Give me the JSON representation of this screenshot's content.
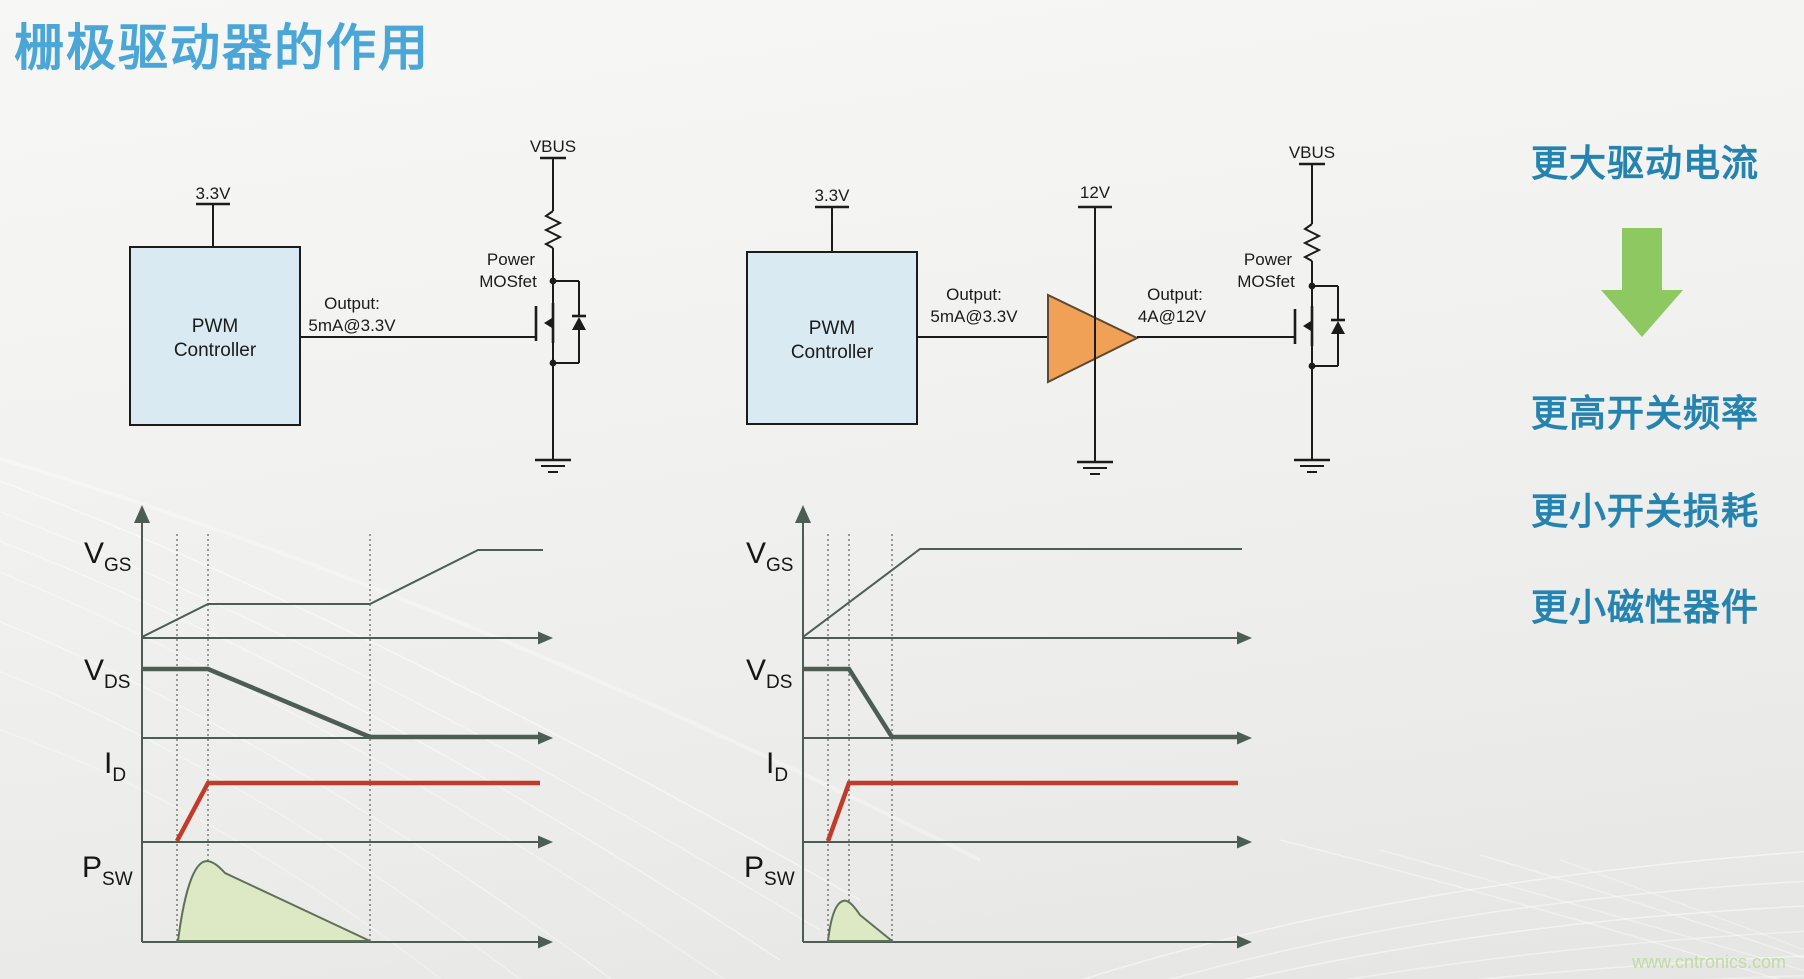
{
  "title": "栅极驱动器的作用",
  "left_circuit": {
    "supply": "3.3V",
    "block_line1": "PWM",
    "block_line2": "Controller",
    "output_line1": "Output:",
    "output_line2": "5mA@3.3V",
    "mosfet_line1": "Power",
    "mosfet_line2": "MOSfet",
    "rail": "VBUS"
  },
  "right_circuit": {
    "supply": "3.3V",
    "block_line1": "PWM",
    "block_line2": "Controller",
    "output_line1": "Output:",
    "output_line2": "5mA@3.3V",
    "driver_supply": "12V",
    "driver_output_line1": "Output:",
    "driver_output_line2": "4A@12V",
    "mosfet_line1": "Power",
    "mosfet_line2": "MOSfet",
    "rail": "VBUS"
  },
  "waveform_labels": {
    "vgs": {
      "main": "V",
      "sub": "GS"
    },
    "vds": {
      "main": "V",
      "sub": "DS"
    },
    "id": {
      "main": "I",
      "sub": "D"
    },
    "psw": {
      "main": "P",
      "sub": "SW"
    }
  },
  "benefits": {
    "headline": "更大驱动电流",
    "items": [
      "更高开关频率",
      "更小开关损耗",
      "更小磁性器件"
    ]
  },
  "watermark": "www.cntronics.com",
  "colors": {
    "title": "#4BA6D8",
    "benefit": "#2583B0",
    "arrow": "#8EC861",
    "ink": "#1b1b1b",
    "waveGreen": "#4C5E53",
    "waveRed": "#C23A28",
    "pswFill": "#DDE9C4",
    "pswStroke": "#5E7157",
    "boxFill": "#D9EAF2",
    "driverFill": "#F0A156",
    "dotted": "#3f3f3f",
    "watermark": "#C1DBA3"
  }
}
